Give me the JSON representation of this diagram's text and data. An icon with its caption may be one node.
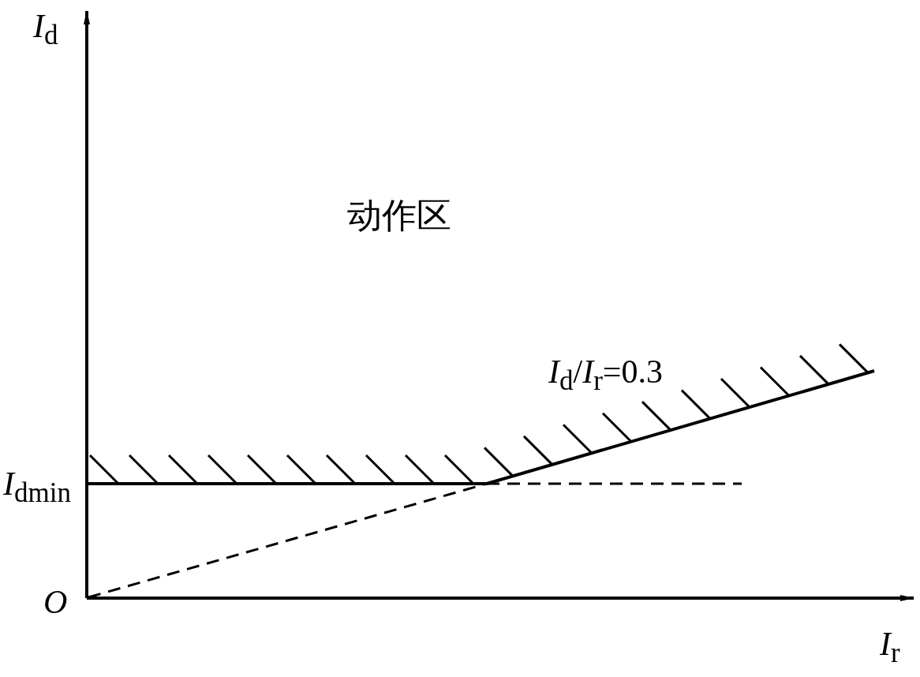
{
  "diagram": {
    "labels": [
      "*I*$_{d}$",
      "动作区",
      "*I*$_{d}$/*I*$_{r}$=0.3",
      "*I*$_{dmin}$",
      "O",
      "*I*$_{r}$"
    ]
  }
}
